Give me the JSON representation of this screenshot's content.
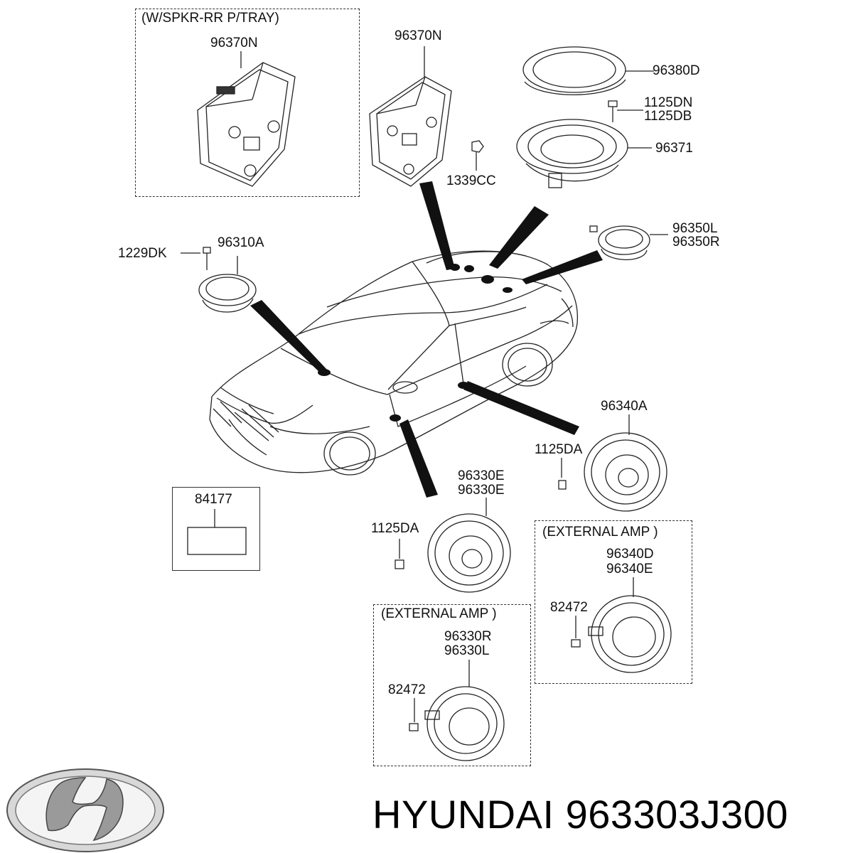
{
  "boxes": {
    "tray_amp_title": "(W/SPKR-RR P/TRAY)",
    "ext_amp_front_title": "(EXTERNAL AMP )",
    "ext_amp_rear_title": "(EXTERNAL AMP )",
    "label_box_part": "84177"
  },
  "parts": {
    "amp_tray": "96370N",
    "amp_main": "96370N",
    "nut_amp": "1339CC",
    "rear_ring": "96380D",
    "rear_screw_1": "1125DN",
    "rear_screw_2": "1125DB",
    "rear_woofer": "96371",
    "tweeter_rear_l": "96350L",
    "tweeter_rear_r": "96350R",
    "front_tweeter": "96310A",
    "front_tweeter_screw": "1229DK",
    "rear_door_speaker": "96340A",
    "rear_door_screw": "1125DA",
    "front_door_speaker_1": "96330E",
    "front_door_speaker_2": "96330E",
    "front_door_screw": "1125DA",
    "ext_rear_speaker_1": "96340D",
    "ext_rear_speaker_2": "96340E",
    "ext_rear_screw": "82472",
    "ext_front_speaker_1": "96330R",
    "ext_front_speaker_2": "96330L",
    "ext_front_screw": "82472"
  },
  "footer": {
    "brand": "HYUNDAI",
    "part_number": "963303J300"
  }
}
